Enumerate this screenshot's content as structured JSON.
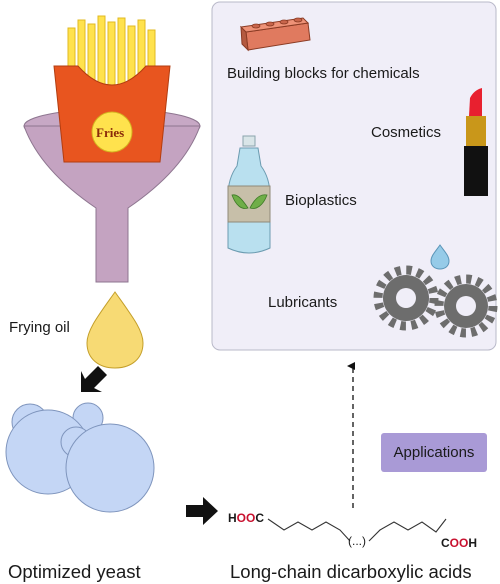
{
  "fries": {
    "label": "Fries"
  },
  "labels": {
    "frying_oil": "Frying oil",
    "optimized_yeast": "Optimized yeast",
    "acids": "Long-chain dicarboxylic acids",
    "applications": "Applications"
  },
  "applications_panel": {
    "building_blocks": "Building blocks for chemicals",
    "cosmetics": "Cosmetics",
    "bioplastics": "Bioplastics",
    "lubricants": "Lubricants"
  },
  "molecule": {
    "left_h": "H",
    "left_oo": "OO",
    "left_c": "C",
    "ellipsis": "(...)",
    "right_c": "C",
    "right_oo": "OO",
    "right_h": "H"
  },
  "colors": {
    "panel_fill": "#f0eef8",
    "panel_border": "#b9b9c9",
    "funnel": "#c4a3c1",
    "fries_box": "#e8551f",
    "fries_yellow": "#ffe24d",
    "oil_drop": "#f7da74",
    "yeast": "#c4d6f5",
    "applications_box": "#a99ad6",
    "acid_oxygen": "#c8102e"
  },
  "icons": [
    "brick-icon",
    "lipstick-icon",
    "bottle-icon",
    "leaf-icon",
    "gear-icon",
    "droplet-icon",
    "arrow-icon"
  ]
}
